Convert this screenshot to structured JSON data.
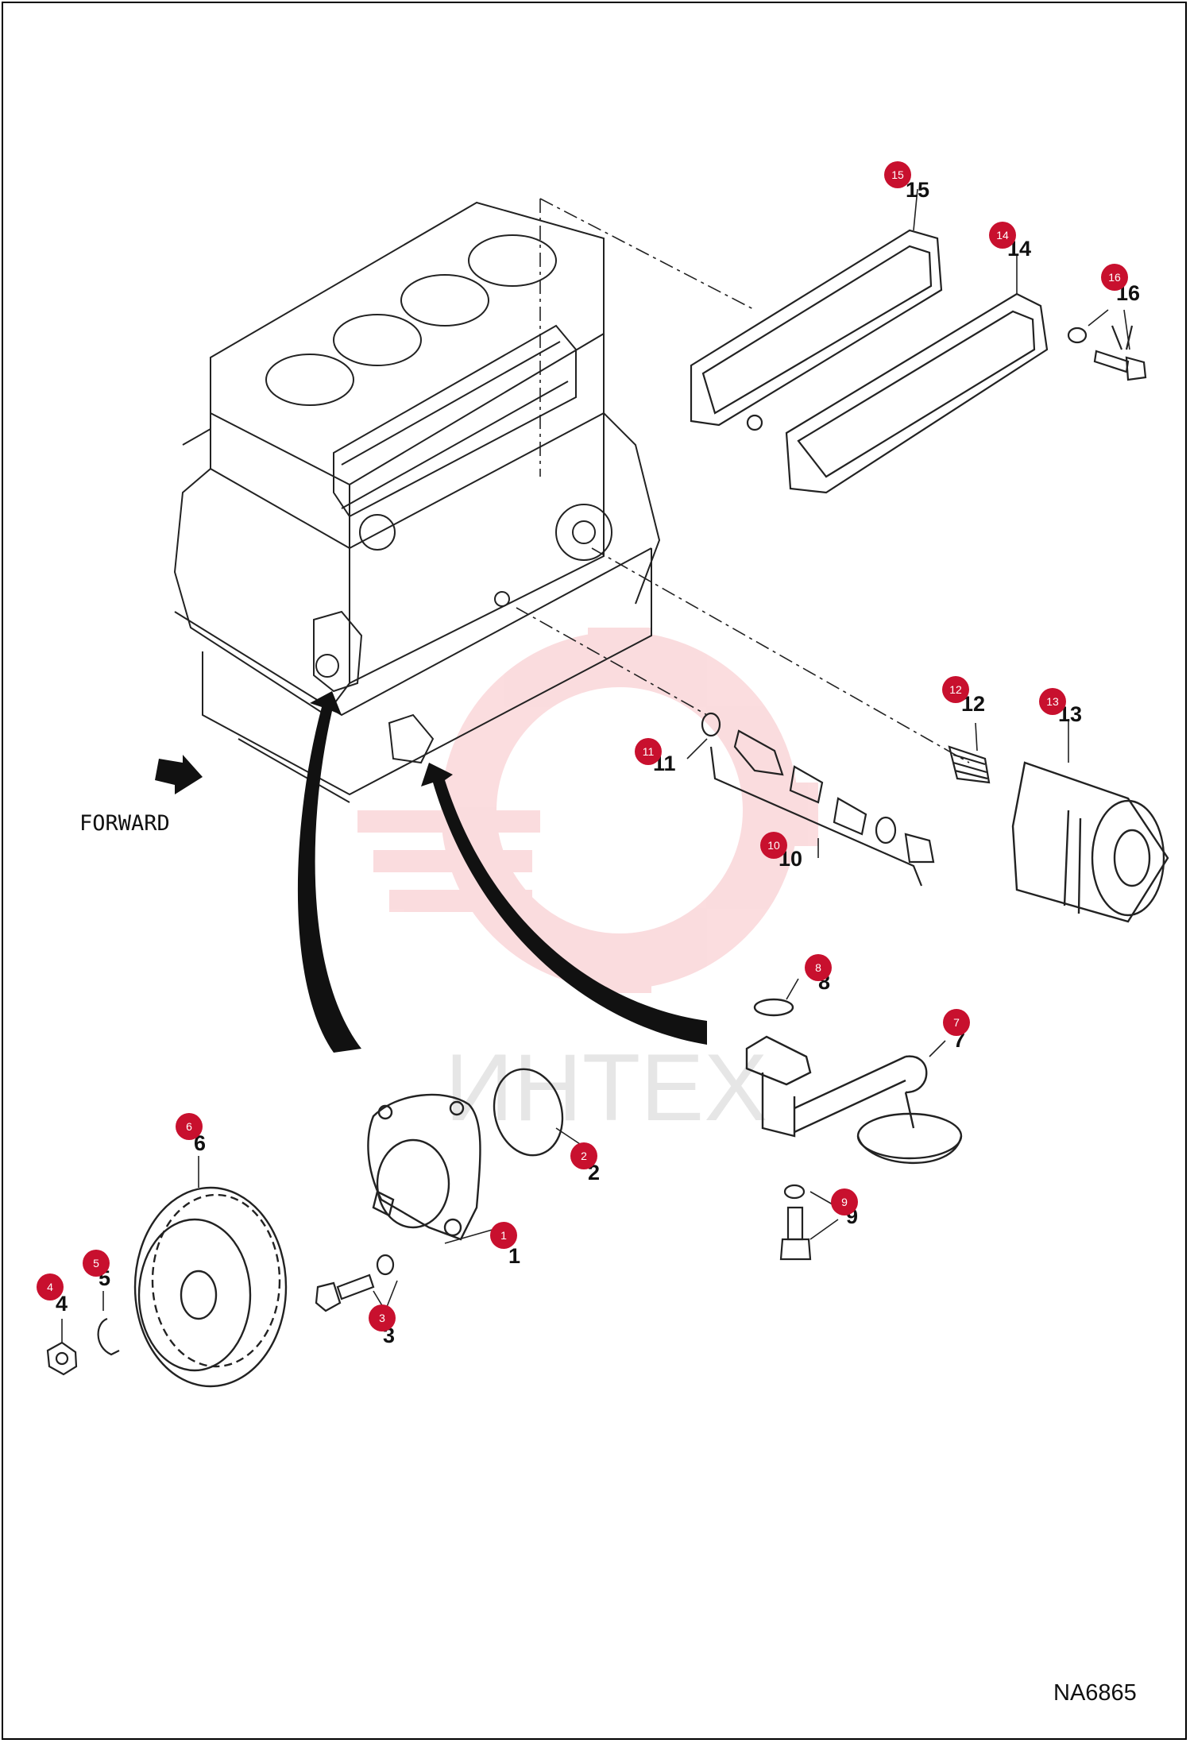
{
  "diagram": {
    "code": "NA6865",
    "forward_label": "FORWARD",
    "watermark_text": "ИНТЕХ",
    "accent_color": "#c8102e",
    "callouts": [
      {
        "num": "1",
        "label": "1"
      },
      {
        "num": "2",
        "label": "2"
      },
      {
        "num": "3",
        "label": "3"
      },
      {
        "num": "4",
        "label": "4"
      },
      {
        "num": "5",
        "label": "5"
      },
      {
        "num": "6",
        "label": "6"
      },
      {
        "num": "7",
        "label": "7"
      },
      {
        "num": "8",
        "label": "8"
      },
      {
        "num": "9",
        "label": "9"
      },
      {
        "num": "10",
        "label": "10"
      },
      {
        "num": "11",
        "label": "11"
      },
      {
        "num": "12",
        "label": "12"
      },
      {
        "num": "13",
        "label": "13"
      },
      {
        "num": "14",
        "label": "14"
      },
      {
        "num": "15",
        "label": "15"
      },
      {
        "num": "16",
        "label": "16"
      }
    ]
  }
}
